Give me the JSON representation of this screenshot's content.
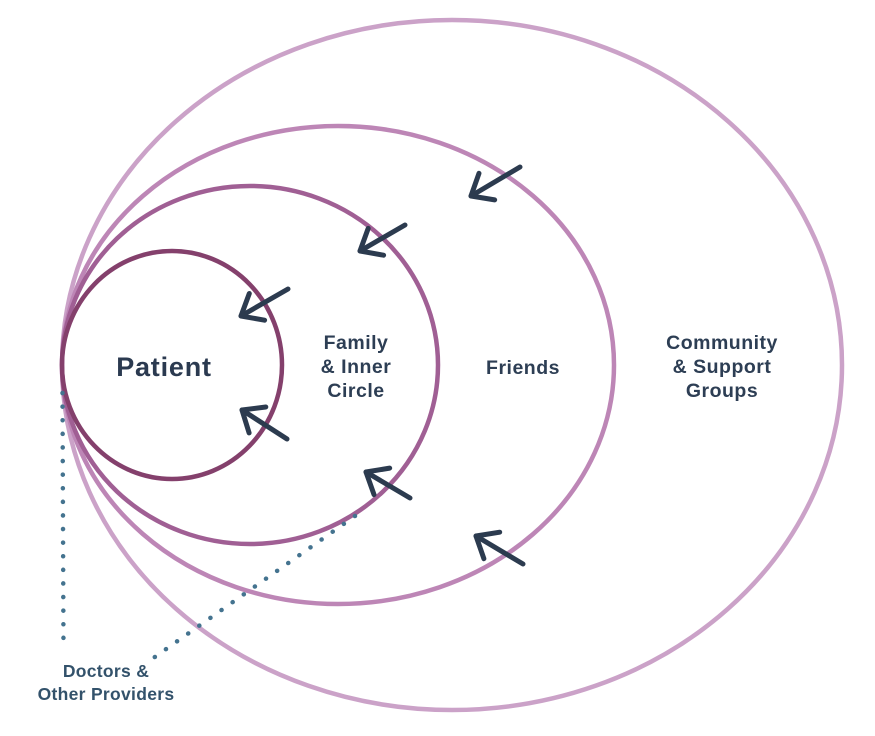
{
  "diagram": {
    "type": "concentric-support-circles",
    "background_color": "#ffffff",
    "label_color": "#2d3e54",
    "arrow_color": "#2c3b4f",
    "rings": [
      {
        "name": "patient",
        "label": "Patient",
        "lines": [
          "Patient"
        ],
        "color": "#84406c"
      },
      {
        "name": "family-inner-circle",
        "label": "Family & Inner Circle",
        "lines": [
          "Family",
          "& Inner",
          "Circle"
        ],
        "color": "#a05f94"
      },
      {
        "name": "friends",
        "label": "Friends",
        "lines": [
          "Friends"
        ],
        "color": "#bd86b6"
      },
      {
        "name": "community-support-groups",
        "label": "Community & Support Groups",
        "lines": [
          "Community",
          "& Support",
          "Groups"
        ],
        "color": "#cba2c8"
      }
    ],
    "callout": {
      "label": "Doctors & Other Providers",
      "lines": [
        "Doctors &",
        "Other Providers"
      ],
      "dot_color": "#44738f",
      "text_color": "#33526b"
    }
  }
}
